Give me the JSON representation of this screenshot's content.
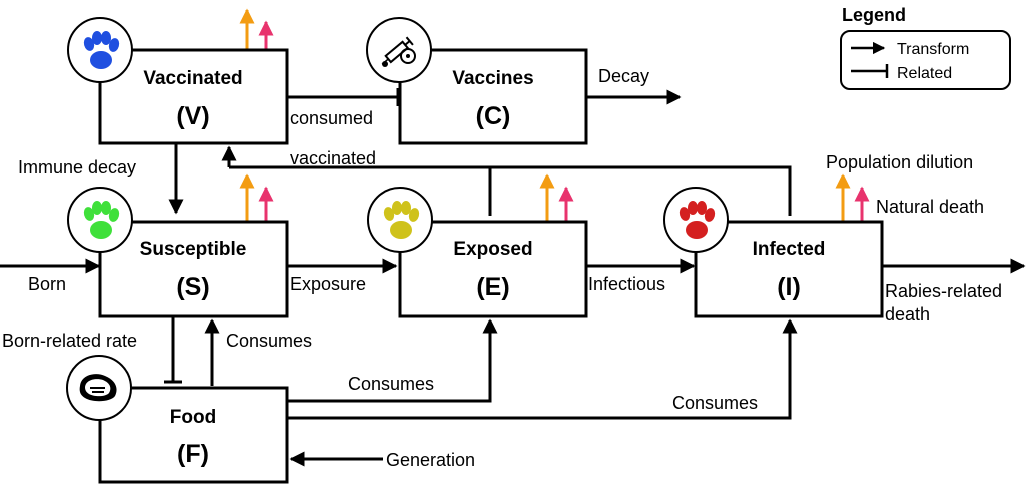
{
  "colors": {
    "orange_arrow": "#f39c12",
    "pink_arrow": "#e8336d",
    "paw_vaccinated": "#1f4fe0",
    "paw_susceptible": "#3fe03a",
    "paw_exposed": "#cfc21b",
    "paw_infected": "#d42020"
  },
  "nodes": {
    "vaccinated": {
      "title": "Vaccinated",
      "abbr": "(V)",
      "icon": "paw-icon"
    },
    "vaccines": {
      "title": "Vaccines",
      "abbr": "(C)",
      "icon": "syringe-vaccine-icon"
    },
    "susceptible": {
      "title": "Susceptible",
      "abbr": "(S)",
      "icon": "paw-icon"
    },
    "exposed": {
      "title": "Exposed",
      "abbr": "(E)",
      "icon": "paw-icon"
    },
    "infected": {
      "title": "Infected",
      "abbr": "(I)",
      "icon": "paw-icon"
    },
    "food": {
      "title": "Food",
      "abbr": "(F)",
      "icon": "steak-icon"
    }
  },
  "edges": {
    "decay": "Decay",
    "consumed": "consumed",
    "vaccinated": "vaccinated",
    "immune_decay": "Immune decay",
    "population_dilution": "Population dilution",
    "natural_death": "Natural death",
    "born": "Born",
    "exposure": "Exposure",
    "infectious": "Infectious",
    "rabies_death_1": "Rabies-related",
    "rabies_death_2": "death",
    "born_related_rate": "Born-related rate",
    "consumes_s": "Consumes",
    "consumes_e": "Consumes",
    "consumes_i": "Consumes",
    "generation": "Generation"
  },
  "legend": {
    "title": "Legend",
    "transform": "Transform",
    "related": "Related"
  }
}
